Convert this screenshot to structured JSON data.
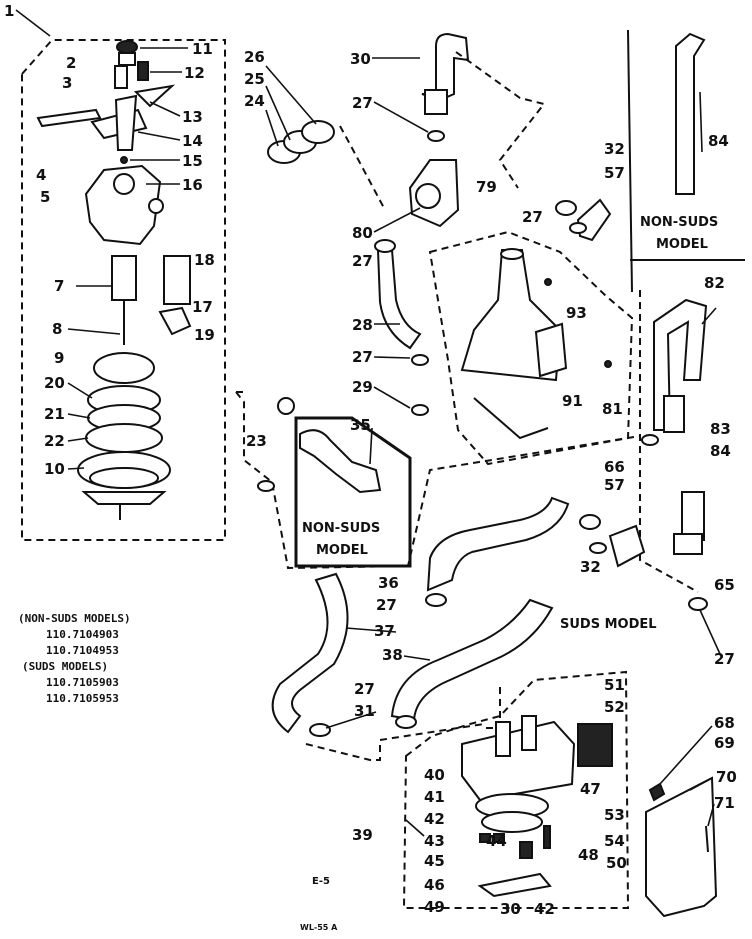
{
  "labels": {
    "non_suds_model_top": [
      "NON-SUDS",
      "MODEL"
    ],
    "non_suds_model_center": [
      "NON-SUDS",
      "MODEL"
    ],
    "suds_model": "SUDS MODEL"
  },
  "legend": [
    "(NON-SUDS MODELS)",
    "110.7104903",
    "110.7104953",
    "(SUDS  MODELS)",
    "110.7105903",
    "110.7105953"
  ],
  "page_code": "E-5",
  "footer_code": "WL-55 A",
  "callouts": {
    "c1": "1",
    "c2": "2",
    "c3": "3",
    "c4": "4",
    "c5": "5",
    "c7": "7",
    "c8": "8",
    "c9": "9",
    "c10": "10",
    "c11": "11",
    "c12": "12",
    "c13": "13",
    "c14": "14",
    "c15": "15",
    "c16": "16",
    "c17": "17",
    "c18": "18",
    "c19": "19",
    "c20": "20",
    "c21": "21",
    "c22": "22",
    "c23": "23",
    "c24": "24",
    "c25": "25",
    "c26": "26",
    "c27a": "27",
    "c27b": "27",
    "c27c": "27",
    "c27d": "27",
    "c27e": "27",
    "c27f": "27",
    "c27g": "27",
    "c28": "28",
    "c29": "29",
    "c30a": "30",
    "c30b": "30",
    "c31": "31",
    "c32a": "32",
    "c32b": "32",
    "c35": "35",
    "c36": "36",
    "c37": "37",
    "c38": "38",
    "c39": "39",
    "c40": "40",
    "c41": "41",
    "c42a": "42",
    "c42b": "42",
    "c43": "43",
    "c44": "44",
    "c45": "45",
    "c46": "46",
    "c47": "47",
    "c48": "48",
    "c49": "49",
    "c50": "50",
    "c51": "51",
    "c52": "52",
    "c53": "53",
    "c54": "54",
    "c57a": "57",
    "c57b": "57",
    "c65": "65",
    "c66": "66",
    "c68": "68",
    "c69": "69",
    "c70": "70",
    "c71": "71",
    "c79": "79",
    "c80": "80",
    "c81": "81",
    "c82": "82",
    "c83": "83",
    "c84a": "84",
    "c84b": "84",
    "c91": "91",
    "c93": "93"
  }
}
